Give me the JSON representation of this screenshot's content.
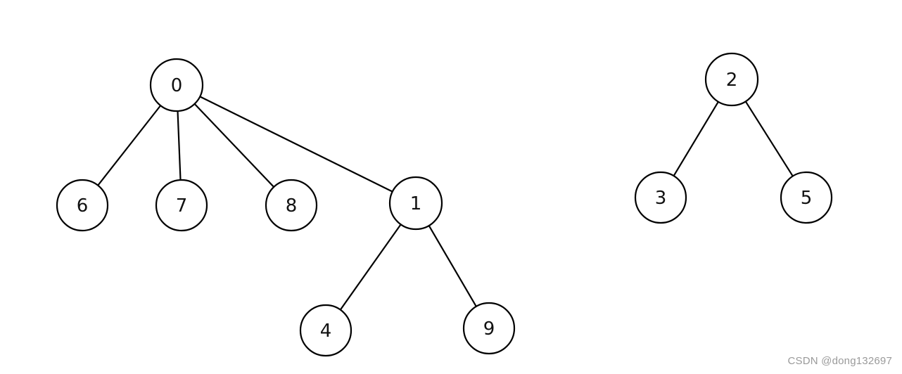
{
  "diagram": {
    "type": "forest",
    "nodes": [
      {
        "id": "0",
        "label": "0"
      },
      {
        "id": "6",
        "label": "6"
      },
      {
        "id": "7",
        "label": "7"
      },
      {
        "id": "8",
        "label": "8"
      },
      {
        "id": "1",
        "label": "1"
      },
      {
        "id": "4",
        "label": "4"
      },
      {
        "id": "9",
        "label": "9"
      },
      {
        "id": "2",
        "label": "2"
      },
      {
        "id": "3",
        "label": "3"
      },
      {
        "id": "5",
        "label": "5"
      }
    ],
    "edges": [
      {
        "from": "0",
        "to": "6"
      },
      {
        "from": "0",
        "to": "7"
      },
      {
        "from": "0",
        "to": "8"
      },
      {
        "from": "0",
        "to": "1"
      },
      {
        "from": "1",
        "to": "4"
      },
      {
        "from": "1",
        "to": "9"
      },
      {
        "from": "2",
        "to": "3"
      },
      {
        "from": "2",
        "to": "5"
      }
    ]
  },
  "watermark": "CSDN @dong132697"
}
